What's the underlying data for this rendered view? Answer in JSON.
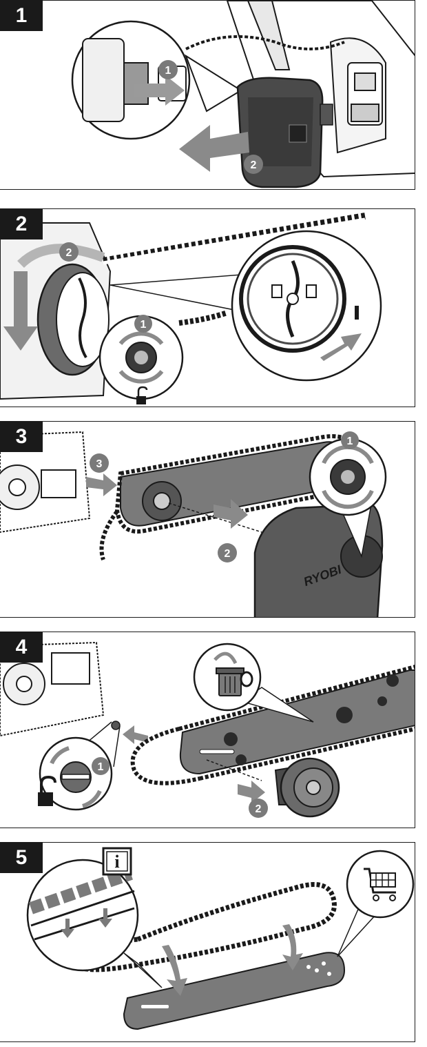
{
  "steps": [
    {
      "number": "1",
      "callouts": [
        "1",
        "2"
      ]
    },
    {
      "number": "2",
      "callouts": [
        "1",
        "2"
      ]
    },
    {
      "number": "3",
      "callouts": [
        "1",
        "2",
        "3"
      ]
    },
    {
      "number": "4",
      "callouts": [
        "1",
        "2"
      ]
    },
    {
      "number": "5",
      "callouts": []
    }
  ],
  "brand_text": "RYOBI",
  "info_symbol": "i",
  "colors": {
    "ink": "#1a1a1a",
    "grey": "#7a7a7a",
    "light_grey": "#b5b5b5",
    "dark_grey": "#4a4a4a"
  },
  "icons": [
    "battery-icon",
    "knob-icon",
    "lock-open-icon",
    "lock-icon",
    "trash-bin-icon",
    "shopping-cart-icon",
    "info-icon",
    "chain-icon",
    "guide-bar-icon",
    "arrow-icon"
  ]
}
